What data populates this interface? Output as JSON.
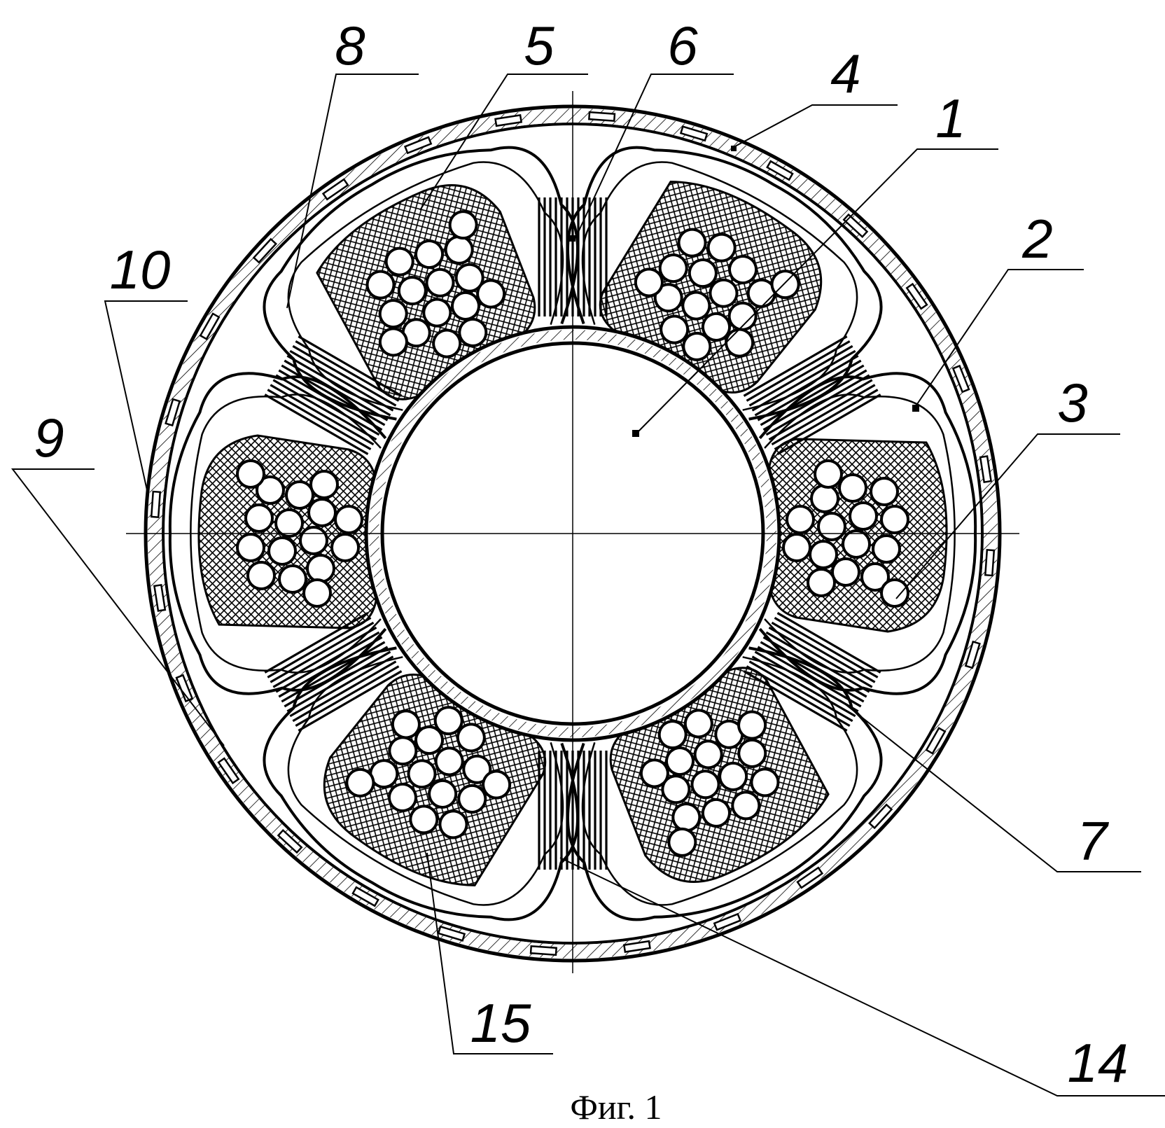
{
  "figure": {
    "caption": "Фиг. 1",
    "callouts": [
      "8",
      "5",
      "6",
      "4",
      "1",
      "2",
      "3",
      "10",
      "9",
      "7",
      "15",
      "14"
    ]
  },
  "colors": {
    "ink": "#000000",
    "paper": "#ffffff"
  }
}
